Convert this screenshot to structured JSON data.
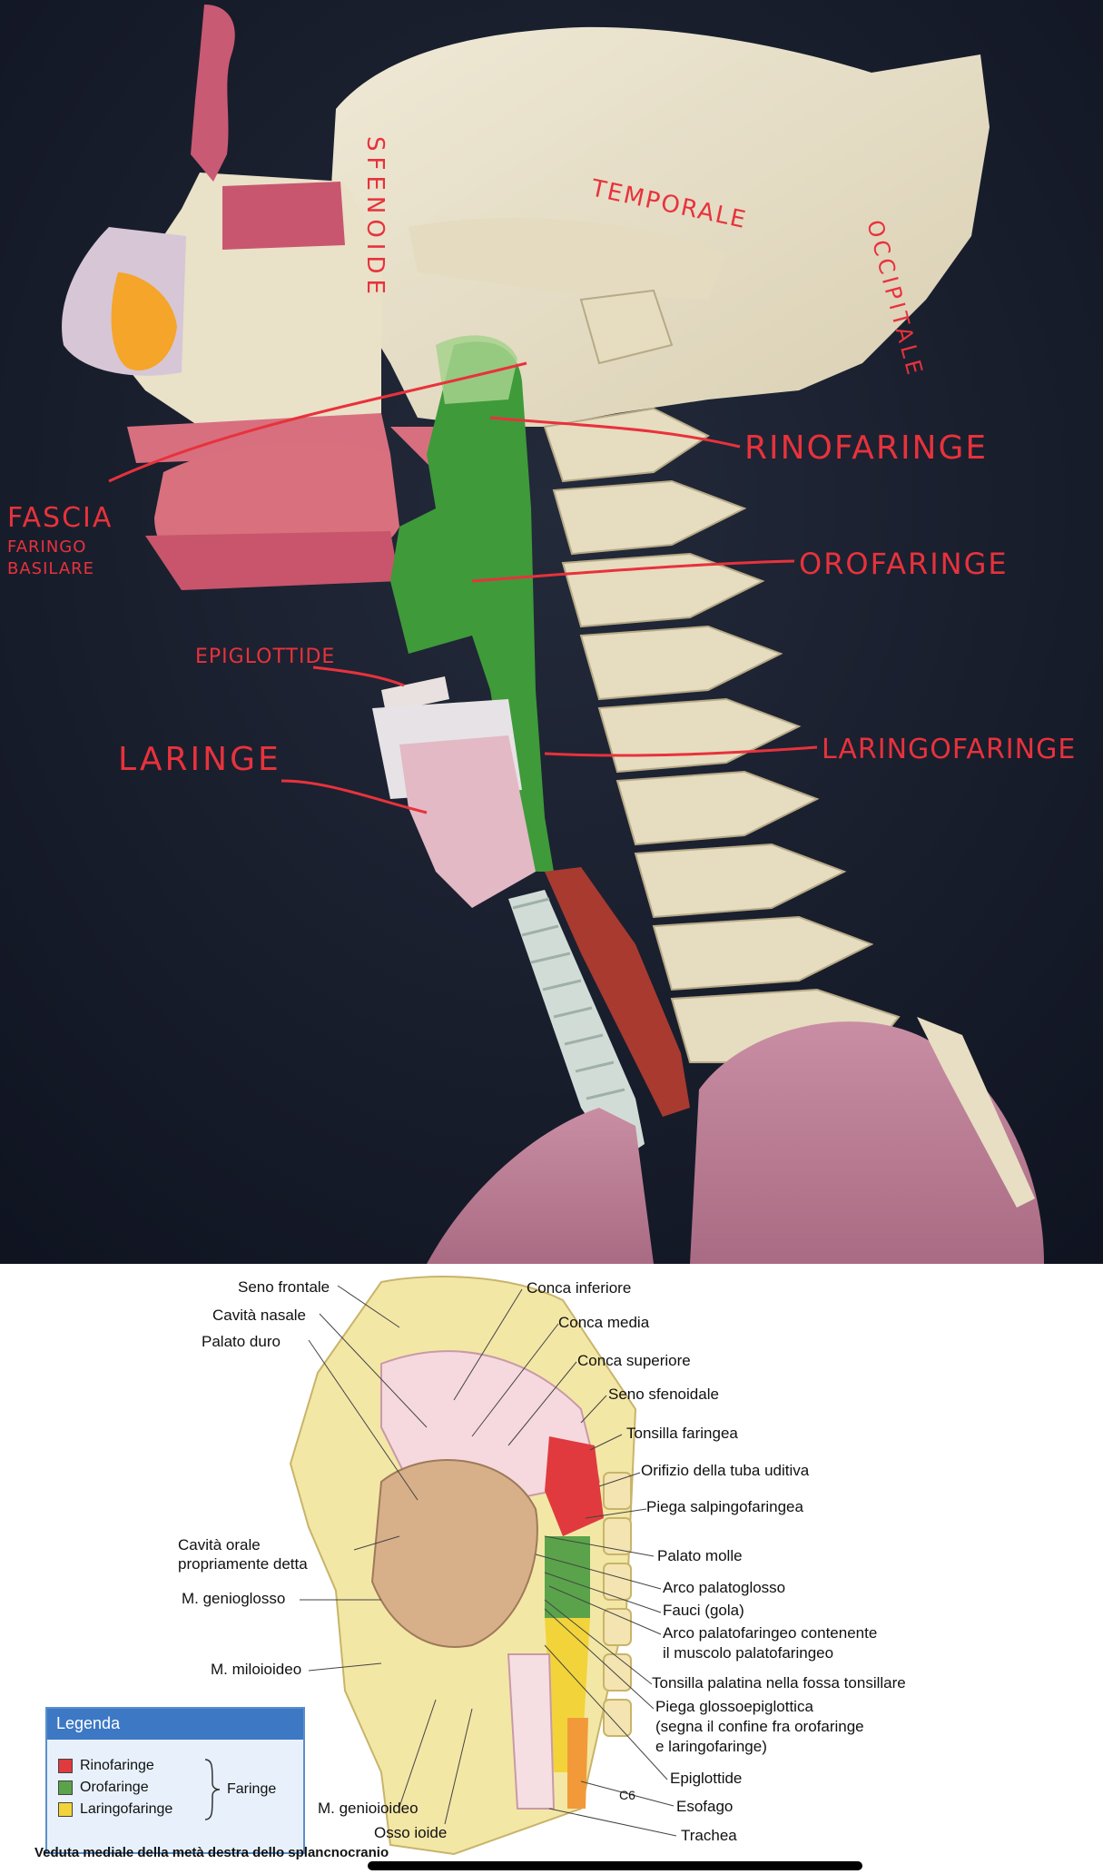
{
  "handwritten": {
    "sfenoide": "SFENOIDE",
    "temporale": "TEMPORALE",
    "occipitale": "OCCIPITALE",
    "rinofaringe": "RINOFARINGE",
    "fascia": "FASCIA",
    "fascia_sub": [
      "FARINGO",
      "BASILARE"
    ],
    "orofaringe": "OROFARINGE",
    "epiglottide": "EPIGLOTTIDE",
    "laringe": "LARINGE",
    "laringofaringe": "LARINGOFARINGE"
  },
  "diagram": {
    "labels": [
      "Seno frontale",
      "Cavità nasale",
      "Palato duro",
      "Conca inferiore",
      "Conca media",
      "Conca superiore",
      "Seno sfenoidale",
      "Tonsilla faringea",
      "Orifizio della tuba uditiva",
      "Piega salpingofaringea",
      "Cavità orale",
      "propriamente detta",
      "Palato molle",
      "Arco palatoglosso",
      "M. genioglosso",
      "Fauci (gola)",
      "Arco palatofaringeo contenente",
      "il muscolo palatofaringeo",
      "M. miloioideo",
      "Tonsilla palatina nella fossa tonsillare",
      "Piega glossoepiglottica",
      "(segna il confine fra orofaringe",
      "e laringofaringe)",
      "Epiglottide",
      "M. genioioideo",
      "Esofago",
      "Osso ioide",
      "Trachea",
      "C6"
    ],
    "legend": {
      "title": "Legenda",
      "items": [
        {
          "label": "Rinofaringe",
          "color": "#e03a3e"
        },
        {
          "label": "Orofaringe",
          "color": "#5aa34a"
        },
        {
          "label": "Laringofaringe",
          "color": "#f2d43a"
        }
      ],
      "group_label": "Faringe"
    },
    "caption": "Veduta mediale della metà destra dello splancnocranio"
  }
}
